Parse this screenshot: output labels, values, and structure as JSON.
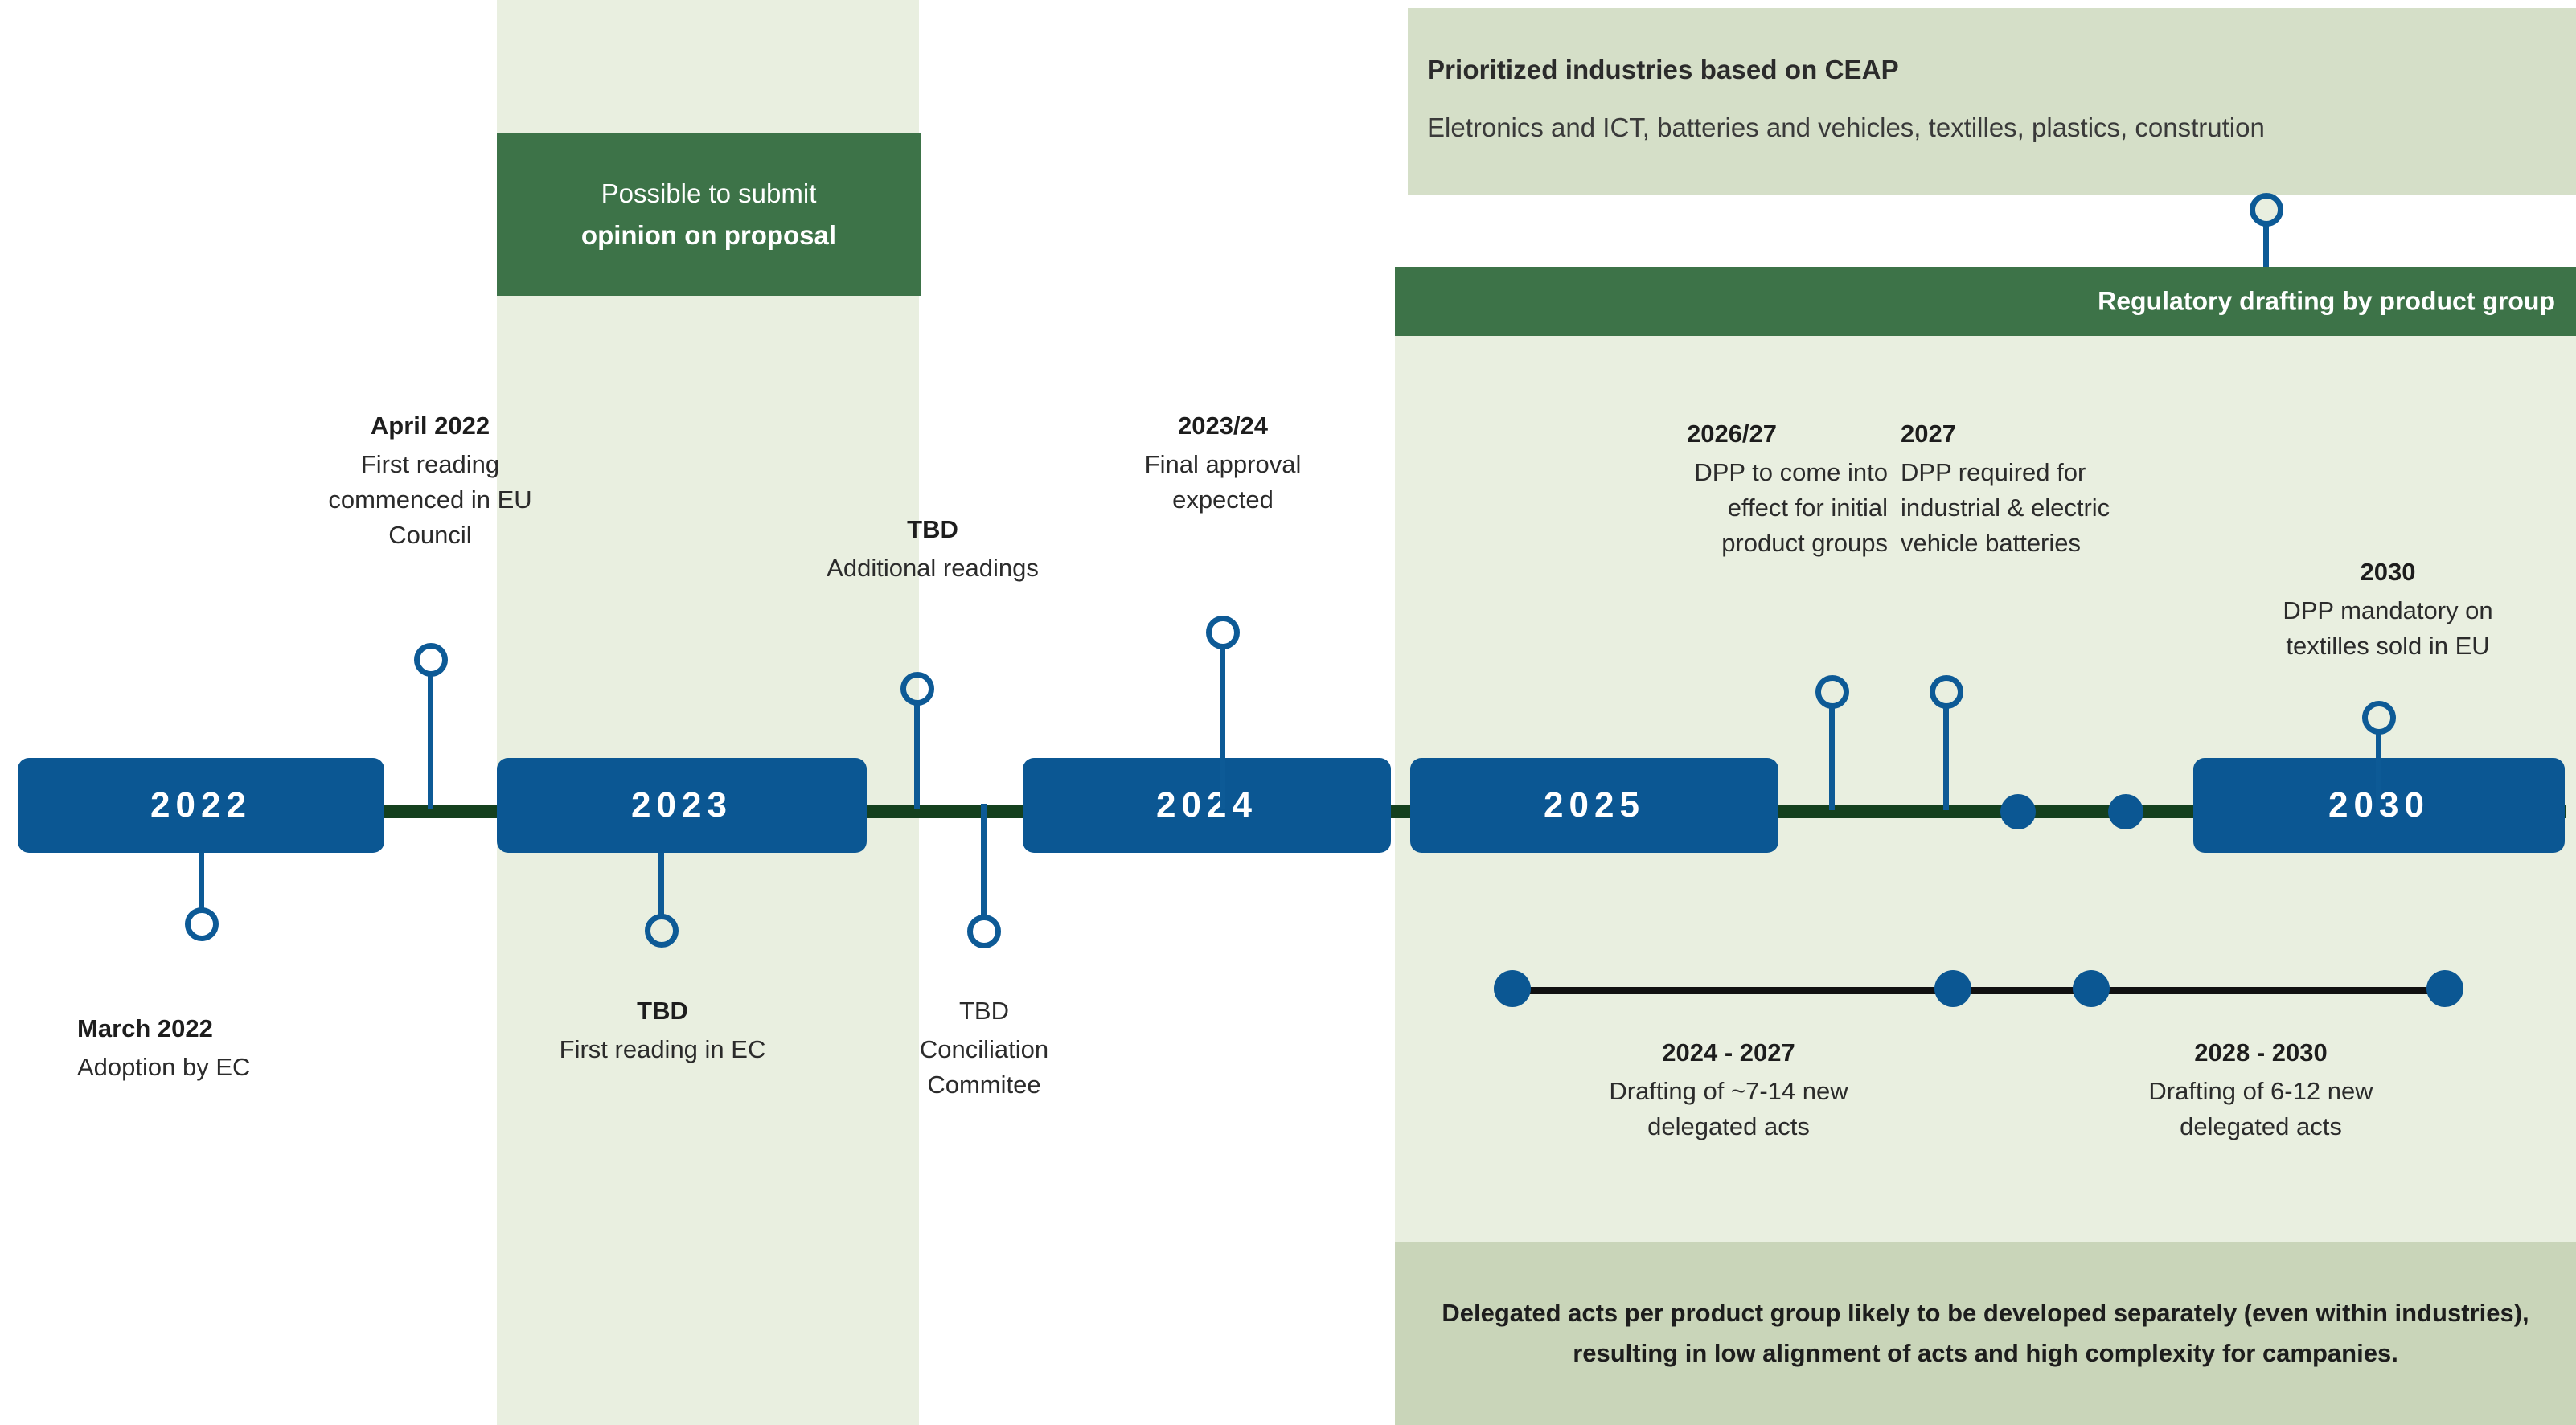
{
  "bands": {
    "mid_band_name": "2023 highlight band",
    "right_panel_name": "regulatory drafting panel"
  },
  "ceap": {
    "title": "Prioritized industries based on CEAP",
    "subtitle": "Eletronics and ICT, batteries and vehicles, textilles, plastics, constrution"
  },
  "regulatory_bar": {
    "label": "Regulatory drafting by product group"
  },
  "opinion_badge": {
    "line1": "Possible to submit",
    "line2": "opinion on proposal"
  },
  "timeline": {
    "years": [
      {
        "label": "2022"
      },
      {
        "label": "2023"
      },
      {
        "label": "2024"
      },
      {
        "label": "2025"
      },
      {
        "label": "2030"
      }
    ]
  },
  "milestones": {
    "march_2022": {
      "date": "March 2022",
      "text": "Adoption by EC"
    },
    "april_2022": {
      "date": "April 2022",
      "text": "First reading\ncommenced in EU\nCouncil"
    },
    "tbd_first_reading": {
      "date": "TBD",
      "text": "First reading in EC"
    },
    "tbd_additional": {
      "date": "TBD",
      "text": "Additional readings"
    },
    "tbd_conciliation": {
      "date": "TBD",
      "text": "Conciliation\nCommitee"
    },
    "final_approval": {
      "date": "2023/24",
      "text": "Final approval\nexpected"
    },
    "dpp_initial": {
      "date": "2026/27",
      "text": "DPP to come into\neffect for initial\nproduct groups"
    },
    "dpp_batteries": {
      "date": "2027",
      "text": "DPP required for\nindustrial & electric\nvehicle batteries"
    },
    "dpp_textiles": {
      "date": "2030",
      "text": "DPP mandatory on\ntextilles sold in  EU"
    }
  },
  "delegated_acts": {
    "first": {
      "date": "2024 - 2027",
      "text": "Drafting of ~7-14 new\ndelegated acts"
    },
    "second": {
      "date": "2028 - 2030",
      "text": "Drafting of 6-12 new\ndelegated acts"
    }
  },
  "bottom_note": {
    "text": "Delegated acts per product group likely to be developed separately (even within industries), resulting in low alignment of acts and high complexity for campanies."
  },
  "colors": {
    "navy": "#0b5793",
    "dark_green": "#3d7348",
    "rule_green": "#14401e",
    "band_green": "#e9efe0",
    "ceap_green": "#d5dfc8",
    "note_green": "#c9d5b9",
    "marker_blue": "#0d5a96"
  }
}
